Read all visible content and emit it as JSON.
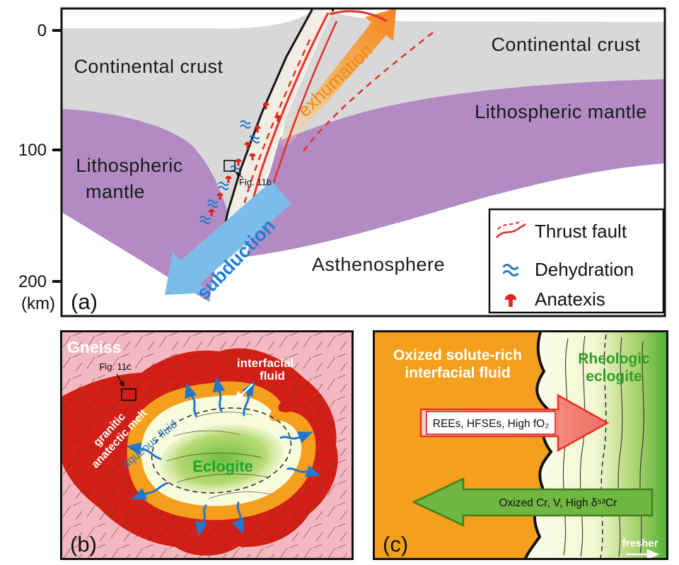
{
  "colors": {
    "crust_gray": "#d8d8d8",
    "mantle_purple": "#b28bc4",
    "channel_light": "#f1ede4",
    "fault_red": "#e5322a",
    "subduction_blue": "#7bbce9",
    "exhumation_orange": "#f5821f",
    "gneiss_pink": "#f4b9c0",
    "melt_red": "#d31f16",
    "interfacial_orange": "#f5a01c",
    "eclogite_pale": "#f8fbdc",
    "eclogite_green": "#55b43b",
    "aqueous_blue": "#2277cc"
  },
  "panel_a": {
    "label": "(a)",
    "axis": {
      "tick_0": "0",
      "tick_100": "100",
      "tick_200": "200",
      "unit": "(km)"
    },
    "regions": {
      "continental_crust_left": "Continental crust",
      "continental_crust_right": "Continental crust",
      "lithospheric_mantle_left_line1": "Lithospheric",
      "lithospheric_mantle_left_line2": "mantle",
      "lithospheric_mantle_right": "Lithospheric mantle",
      "asthenosphere": "Asthenosphere"
    },
    "annotations": {
      "exhumation": "exhumation",
      "subduction": "subduction",
      "fig_ref": "Fig. 11b"
    },
    "legend": {
      "items": [
        {
          "icon": "thrust-fault-icon",
          "label": "Thrust fault"
        },
        {
          "icon": "dehydration-icon",
          "label": "Dehydration"
        },
        {
          "icon": "anatexis-icon",
          "label": "Anatexis"
        }
      ]
    }
  },
  "panel_b": {
    "label": "(b)",
    "labels": {
      "gneiss": "Gneiss",
      "granitic_melt_line1": "granitic",
      "granitic_melt_line2": "anatectic melt",
      "interfacial_line1": "interfacial",
      "interfacial_line2": "fluid",
      "fig_ref": "Fig. 11c",
      "aqueous_fluid": "aqueous fluid",
      "eclogite": "Eclogite"
    }
  },
  "panel_c": {
    "label": "(c)",
    "labels": {
      "fluid_line1": "Oxized solute-rich",
      "fluid_line2": "interfacial fluid",
      "eclogite_line1": "Rheologic",
      "eclogite_line2": "eclogite",
      "red_arrow": "REEs, HFSEs, High fO₂",
      "green_arrow": "Oxized Cr, V, High δ⁵³Cr",
      "fresher": "fresher"
    }
  }
}
